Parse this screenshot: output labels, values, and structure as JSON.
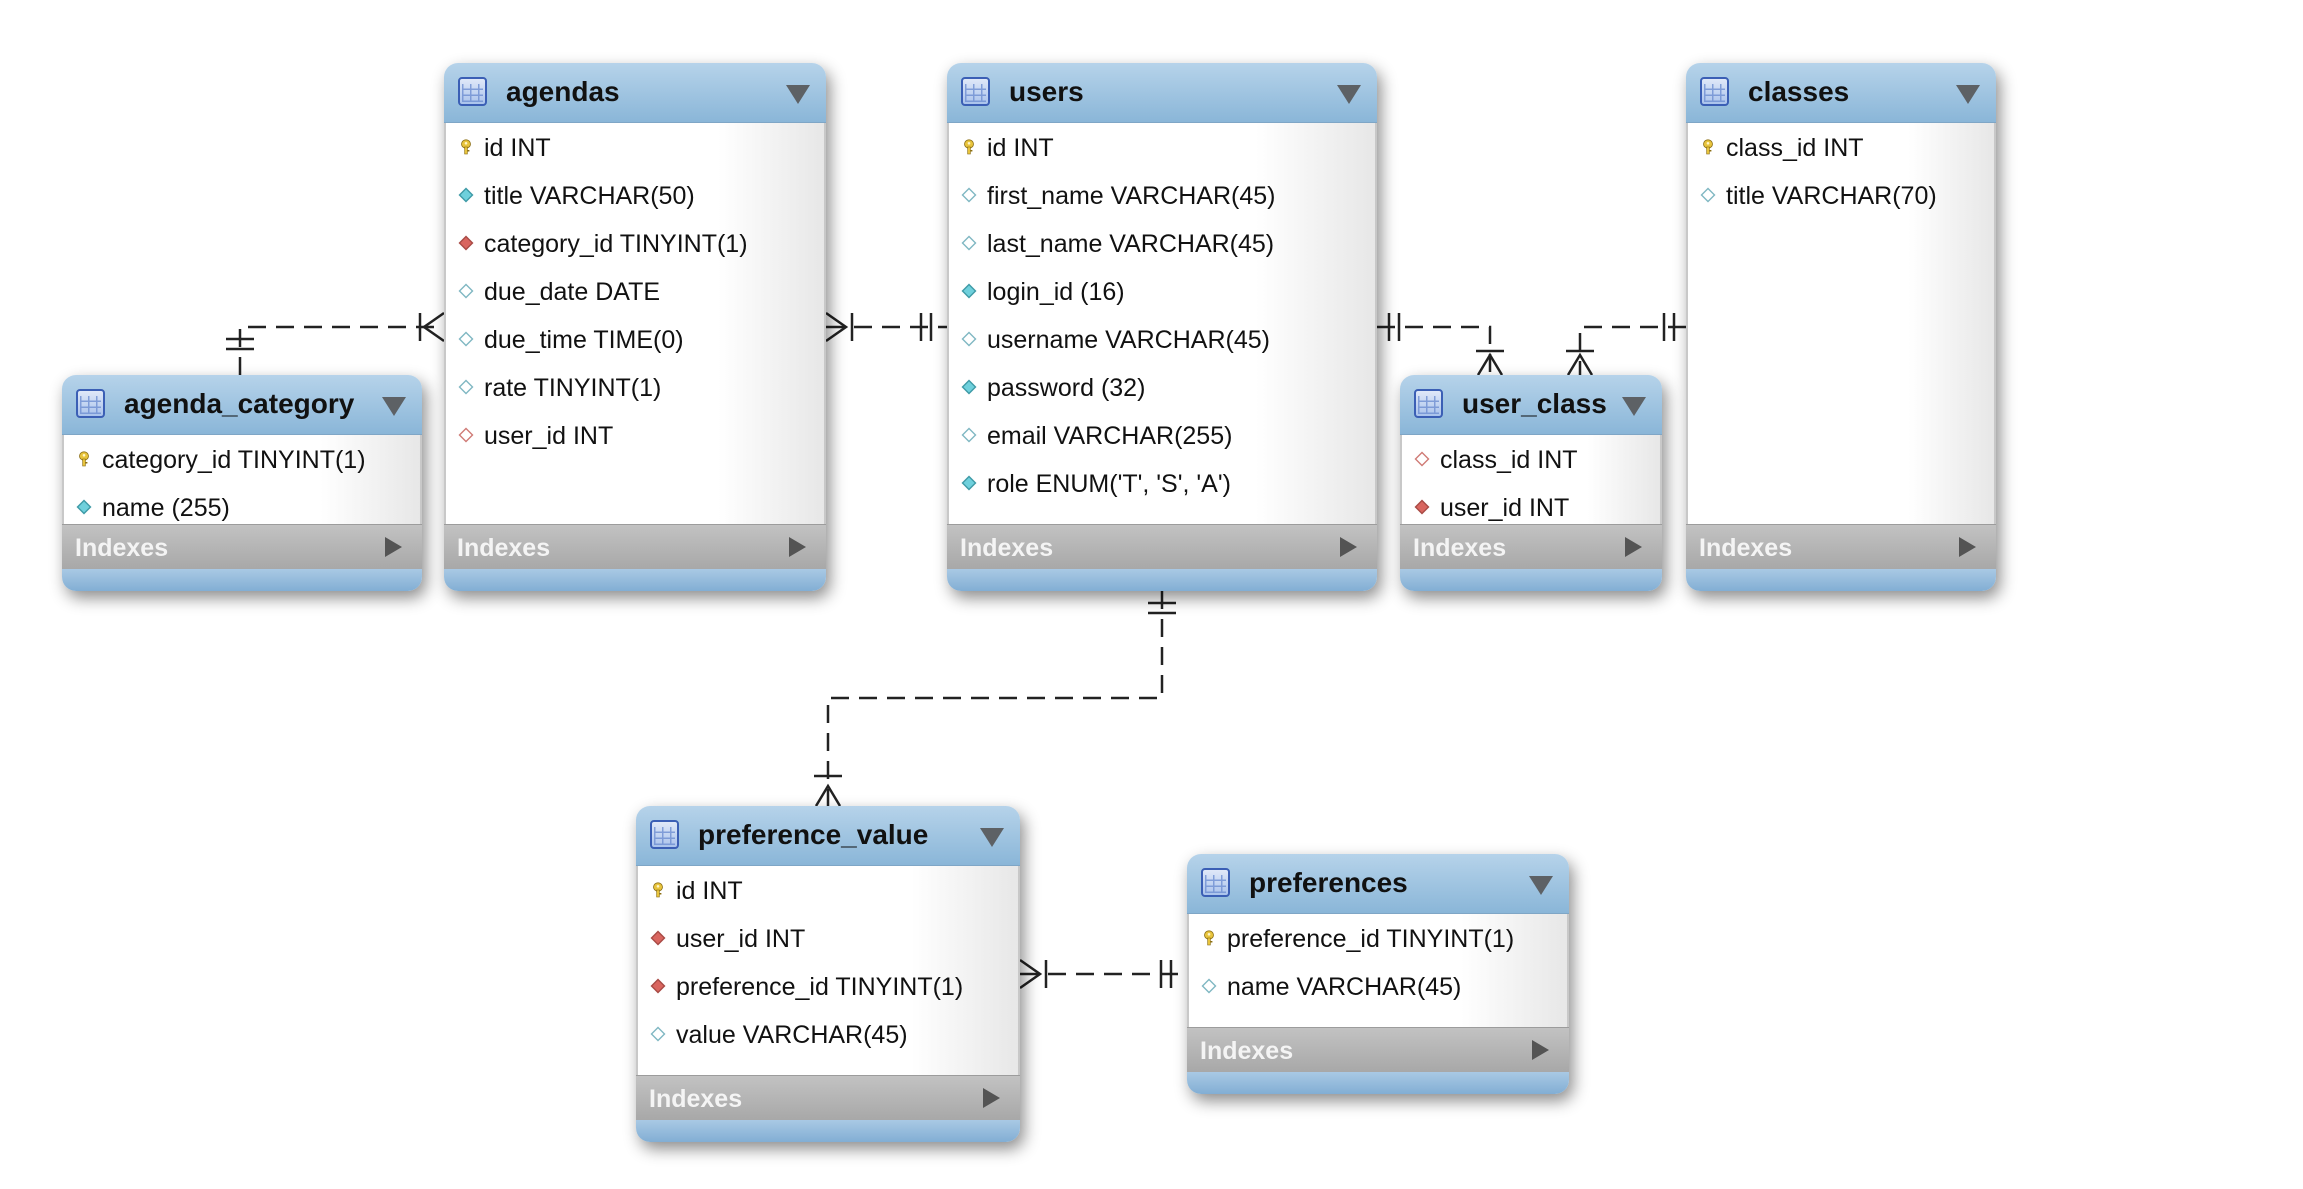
{
  "entities": [
    {
      "key": "agendas",
      "name": "agendas",
      "columns": [
        {
          "text": "id INT",
          "icon": "primary-key-icon"
        },
        {
          "text": "title VARCHAR(50)",
          "icon": "not-null-column-icon"
        },
        {
          "text": "category_id TINYINT(1)",
          "icon": "foreign-key-icon"
        },
        {
          "text": "due_date DATE",
          "icon": "nullable-column-icon"
        },
        {
          "text": "due_time TIME(0)",
          "icon": "nullable-column-icon"
        },
        {
          "text": "rate TINYINT(1)",
          "icon": "nullable-column-icon"
        },
        {
          "text": "user_id INT",
          "icon": "nullable-foreign-key-icon"
        }
      ],
      "indexes_label": "Indexes"
    },
    {
      "key": "users",
      "name": "users",
      "columns": [
        {
          "text": "id INT",
          "icon": "primary-key-icon"
        },
        {
          "text": "first_name VARCHAR(45)",
          "icon": "nullable-column-icon"
        },
        {
          "text": "last_name VARCHAR(45)",
          "icon": "nullable-column-icon"
        },
        {
          "text": "login_id (16)",
          "icon": "not-null-column-icon"
        },
        {
          "text": "username VARCHAR(45)",
          "icon": "nullable-column-icon"
        },
        {
          "text": "password (32)",
          "icon": "not-null-column-icon"
        },
        {
          "text": "email VARCHAR(255)",
          "icon": "nullable-column-icon"
        },
        {
          "text": "role ENUM('T', 'S', 'A')",
          "icon": "not-null-column-icon"
        }
      ],
      "indexes_label": "Indexes"
    },
    {
      "key": "classes",
      "name": "classes",
      "columns": [
        {
          "text": "class_id INT",
          "icon": "primary-key-icon"
        },
        {
          "text": "title VARCHAR(70)",
          "icon": "nullable-column-icon"
        }
      ],
      "indexes_label": "Indexes"
    },
    {
      "key": "agenda_category",
      "name": "agenda_category",
      "columns": [
        {
          "text": "category_id TINYINT(1)",
          "icon": "primary-key-icon"
        },
        {
          "text": "name (255)",
          "icon": "not-null-column-icon"
        }
      ],
      "indexes_label": "Indexes"
    },
    {
      "key": "user_class",
      "name": "user_class",
      "columns": [
        {
          "text": "class_id INT",
          "icon": "nullable-foreign-key-icon"
        },
        {
          "text": "user_id INT",
          "icon": "foreign-key-icon"
        }
      ],
      "indexes_label": "Indexes"
    },
    {
      "key": "preference_value",
      "name": "preference_value",
      "columns": [
        {
          "text": "id INT",
          "icon": "primary-key-icon"
        },
        {
          "text": "user_id INT",
          "icon": "foreign-key-icon"
        },
        {
          "text": "preference_id TINYINT(1)",
          "icon": "foreign-key-icon"
        },
        {
          "text": "value VARCHAR(45)",
          "icon": "nullable-column-icon"
        }
      ],
      "indexes_label": "Indexes"
    },
    {
      "key": "preferences",
      "name": "preferences",
      "columns": [
        {
          "text": "preference_id TINYINT(1)",
          "icon": "primary-key-icon"
        },
        {
          "text": "name VARCHAR(45)",
          "icon": "nullable-column-icon"
        }
      ],
      "indexes_label": "Indexes"
    }
  ],
  "relationships": [
    {
      "from": "agenda_category",
      "to": "agendas",
      "from_cardinality": "one",
      "to_cardinality": "many"
    },
    {
      "from": "users",
      "to": "agendas",
      "from_cardinality": "one",
      "to_cardinality": "many"
    },
    {
      "from": "users",
      "to": "user_class",
      "from_cardinality": "one",
      "to_cardinality": "many"
    },
    {
      "from": "classes",
      "to": "user_class",
      "from_cardinality": "one",
      "to_cardinality": "many"
    },
    {
      "from": "users",
      "to": "preference_value",
      "from_cardinality": "one",
      "to_cardinality": "many"
    },
    {
      "from": "preferences",
      "to": "preference_value",
      "from_cardinality": "one",
      "to_cardinality": "many"
    }
  ],
  "colors": {
    "header": "#9cc3e2",
    "primary_key": "#e8c43c",
    "not_null_column": "#6fd0dc",
    "foreign_key": "#d9655f",
    "connector": "#222222"
  }
}
